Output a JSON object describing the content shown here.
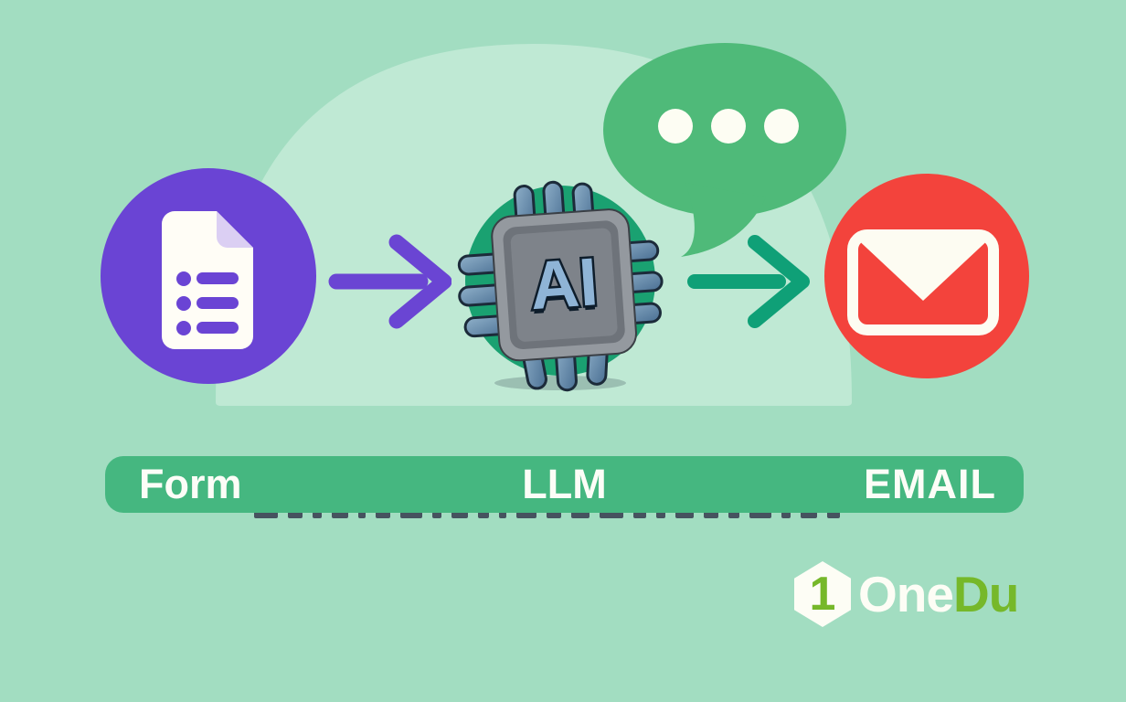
{
  "scene": {
    "background_color": "#a2ddc1",
    "arch_color": "#bfe9d4"
  },
  "flow": {
    "form_node": {
      "icon": "form-document-icon",
      "circle_color": "#6a44d4",
      "doc_fill": "#fffdf6",
      "fold_color": "#dbcff3",
      "list_color": "#6a44d4"
    },
    "llm_node": {
      "icon": "ai-chip-icon",
      "chip_text": "AI",
      "circle_color": "#1aa171",
      "chip_body_color": "#94999f",
      "chip_inner_color": "#6e737a",
      "chip_screen_color": "#7e838a",
      "pin_outline_color": "#1c2b3a",
      "chip_text_color": "#8fb4d6",
      "chip_text_dark": "#0e1d2b"
    },
    "email_node": {
      "icon": "email-envelope-icon",
      "circle_color": "#f3433c",
      "envelope_color": "#fdfcf2"
    },
    "arrow_form_to_llm_color": "#6a45d3",
    "arrow_llm_to_email_color": "#0fa077"
  },
  "speech_bubble": {
    "color": "#4fba79",
    "dot_color": "#fdfdf3",
    "dot_count": 3
  },
  "banner": {
    "color": "#45b780",
    "text_color": "#fcfdf7",
    "labels": {
      "form": "Form",
      "llm": "LLM",
      "email": "EMAIL"
    }
  },
  "hidden_text_marks": {
    "color": "#46535f",
    "widths": [
      26,
      16,
      10,
      18,
      8,
      16,
      24,
      10,
      18,
      12,
      8,
      22,
      16,
      20,
      26,
      14,
      10,
      20,
      16,
      12,
      24,
      10,
      18,
      14
    ]
  },
  "logo": {
    "hexagon_digit": "1",
    "word_part_white": "One",
    "word_part_green": "Du",
    "green": "#76b82a",
    "hexagon_color": "#fdfdf5"
  }
}
